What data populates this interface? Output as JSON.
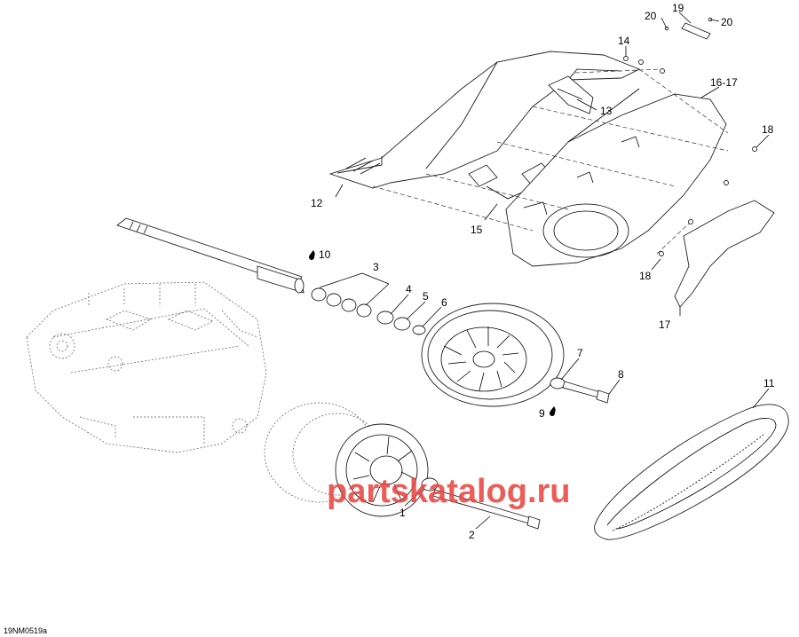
{
  "diagram_code": "19NM0519a",
  "watermark": "partskatalog.ru",
  "callouts": [
    {
      "id": "c20a",
      "text": "20"
    },
    {
      "id": "c19",
      "text": "19"
    },
    {
      "id": "c20b",
      "text": "20"
    },
    {
      "id": "c14",
      "text": "14"
    },
    {
      "id": "c16_17",
      "text": "16-17"
    },
    {
      "id": "c13",
      "text": "13"
    },
    {
      "id": "c18a",
      "text": "18"
    },
    {
      "id": "c12",
      "text": "12"
    },
    {
      "id": "c15",
      "text": "15"
    },
    {
      "id": "c18b",
      "text": "18"
    },
    {
      "id": "c17",
      "text": "17"
    },
    {
      "id": "c10",
      "text": "10"
    },
    {
      "id": "c3",
      "text": "3"
    },
    {
      "id": "c4",
      "text": "4"
    },
    {
      "id": "c5",
      "text": "5"
    },
    {
      "id": "c6",
      "text": "6"
    },
    {
      "id": "c7",
      "text": "7"
    },
    {
      "id": "c8",
      "text": "8"
    },
    {
      "id": "c9",
      "text": "9"
    },
    {
      "id": "c11",
      "text": "11"
    },
    {
      "id": "c1",
      "text": "1"
    },
    {
      "id": "c2",
      "text": "2"
    }
  ]
}
